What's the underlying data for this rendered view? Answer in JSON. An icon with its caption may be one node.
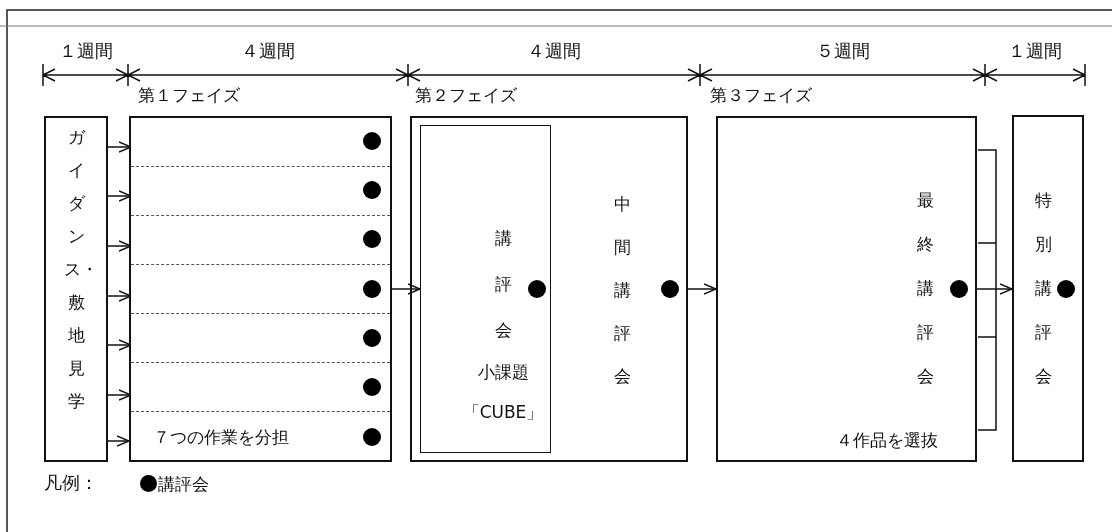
{
  "diagram": {
    "nodes": [
      {
        "text": [
          "ガイダンス・敷地見学"
        ]
      },
      {
        "text": [
          "第１フェイズ",
          "７つの作業を分担"
        ]
      },
      {
        "text": [],
        "shape": "box",
        "in": 1
      },
      {
        "text": [],
        "shape": "box",
        "in": 1
      },
      {
        "text": [],
        "shape": "box",
        "in": 1
      },
      {
        "text": [],
        "shape": "box",
        "in": 1
      },
      {
        "text": [],
        "shape": "box",
        "in": 1
      },
      {
        "text": [],
        "shape": "box",
        "in": 1
      },
      {
        "text": [
          "第２フェイズ",
          "中間講評会"
        ]
      },
      {
        "text": [
          "講評会",
          "小課題「CUBE」"
        ],
        "in": 8
      },
      {
        "text": [
          "第３フェイズ",
          "最終講評会",
          "４作品を選抜"
        ]
      },
      {
        "text": [
          "特別講評会"
        ]
      }
    ],
    "edges": [
      {
        "from": 0,
        "to": 2,
        "arrow": "to"
      },
      {
        "from": 0,
        "to": 3,
        "arrow": "to"
      },
      {
        "from": 0,
        "to": 4,
        "arrow": "to"
      },
      {
        "from": 0,
        "to": 5,
        "arrow": "to"
      },
      {
        "from": 0,
        "to": 6,
        "arrow": "to"
      },
      {
        "from": 0,
        "to": 7,
        "arrow": "to"
      },
      {
        "from": 0,
        "to": 1,
        "arrow": "to"
      },
      {
        "from": 1,
        "to": 9,
        "arrow": "to"
      },
      {
        "from": 8,
        "to": 10,
        "arrow": "to"
      },
      {
        "from": 10,
        "to": 11,
        "arrow": "to"
      }
    ],
    "labels": [
      "１週間",
      "４週間",
      "４週間",
      "５週間",
      "１週間",
      "凡例："
    ],
    "legend": [
      {
        "text": "講評会"
      }
    ]
  }
}
